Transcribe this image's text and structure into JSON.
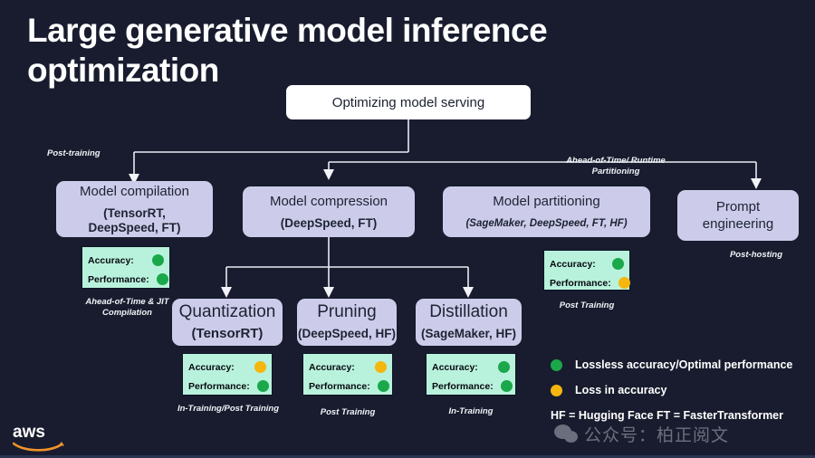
{
  "slide": {
    "title": "Large generative model inference\noptimization",
    "background_color": "#181c2e",
    "node_fill": "#ccccea",
    "root_fill": "#ffffff",
    "badge_fill": "#b9f2dc",
    "green": "#1aa84a",
    "yellow": "#f5b60d"
  },
  "root": {
    "label": "Optimizing model serving"
  },
  "edge_captions": {
    "post_training": "Post-training",
    "ahead_of_time_runtime": "Ahead-of-Time/ Runtime\nPartitioning",
    "post_hosting": "Post-hosting"
  },
  "nodes": [
    {
      "id": "model-compilation",
      "title": "Model compilation",
      "subtitle": "(TensorRT,\nDeepSpeed, FT)",
      "caption": "Ahead-of-Time & JIT\nCompilation"
    },
    {
      "id": "model-compression",
      "title": "Model compression",
      "subtitle": "(DeepSpeed, FT)",
      "caption": ""
    },
    {
      "id": "model-partitioning",
      "title": "Model partitioning",
      "subtitle": "(SageMaker, DeepSpeed, FT, HF)",
      "caption": "Post Training"
    },
    {
      "id": "prompt-engineering",
      "title": "Prompt\nengineering",
      "subtitle": "",
      "caption": "Post-hosting"
    },
    {
      "id": "quantization",
      "title": "Quantization",
      "subtitle": "(TensorRT)",
      "caption": "In-Training/Post Training"
    },
    {
      "id": "pruning",
      "title": "Pruning",
      "subtitle": "(DeepSpeed, HF)",
      "caption": "Post Training"
    },
    {
      "id": "distillation",
      "title": "Distillation",
      "subtitle": "(SageMaker, HF)",
      "caption": "In-Training"
    }
  ],
  "badges": {
    "accuracy_label": "Accuracy:",
    "performance_label": "Performance:",
    "model_compilation": {
      "accuracy": "green",
      "performance": "green"
    },
    "model_partitioning": {
      "accuracy": "green",
      "performance": "yellow"
    },
    "quantization": {
      "accuracy": "yellow",
      "performance": "green"
    },
    "pruning": {
      "accuracy": "yellow",
      "performance": "green"
    },
    "distillation": {
      "accuracy": "green",
      "performance": "green"
    }
  },
  "legend": {
    "items": [
      {
        "color": "green",
        "text": "Lossless accuracy/Optimal performance"
      },
      {
        "color": "yellow",
        "text": "Loss in accuracy"
      }
    ],
    "abbreviations": "HF = Hugging Face    FT = FasterTransformer"
  },
  "branding": {
    "aws_wordmark": "aws"
  },
  "watermark": {
    "text": "公众号：柏正阅文"
  }
}
